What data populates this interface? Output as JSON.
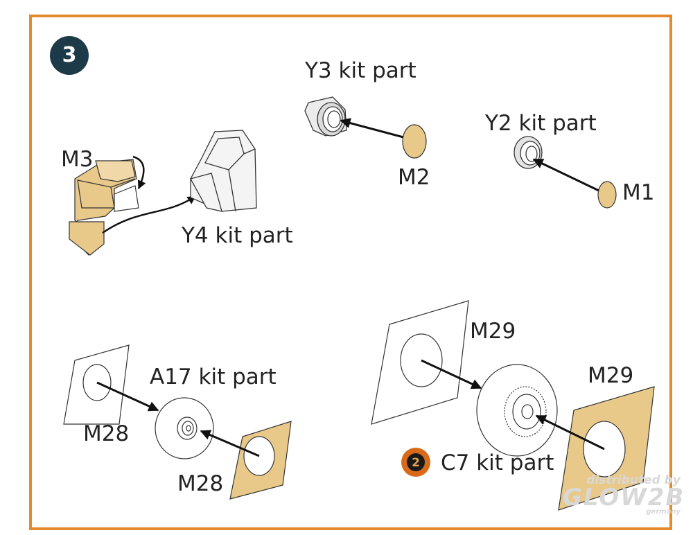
{
  "step": {
    "number": "3"
  },
  "labels": {
    "y3": "Y3 kit part",
    "y2": "Y2 kit part",
    "m3": "M3",
    "m2": "M2",
    "m1": "M1",
    "y4": "Y4 kit part",
    "a17": "A17 kit part",
    "m28_left": "M28",
    "m28_bottom": "M28",
    "m29_top": "M29",
    "m29_right": "M29",
    "c7": "C7 kit part",
    "c7_ref": "2"
  },
  "watermark": {
    "line1": "distributed by",
    "line2": "GLOW2B",
    "line3": "germany"
  },
  "colors": {
    "frame": "#e48a2a",
    "badge": "#1d3a48",
    "resin": "#e8c98a",
    "c7_icon": "#d86a1a"
  }
}
